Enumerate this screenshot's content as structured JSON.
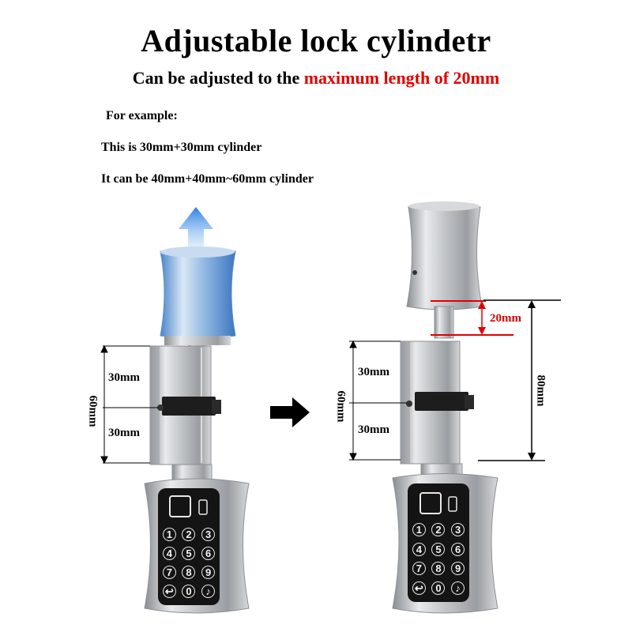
{
  "title": "Adjustable lock cylindetr",
  "subtitle": {
    "prefix": "Can be adjusted to the ",
    "highlight": "maximum length of 20mm"
  },
  "lines": [
    "For example:",
    "This is 30mm+30mm cylinder",
    "It can be 40mm+40mm~60mm cylinder"
  ],
  "left_lock": {
    "upper_label": "30mm",
    "lower_label": "30mm",
    "total_label": "60mm"
  },
  "right_lock": {
    "upper_label": "30mm",
    "lower_label": "30mm",
    "total_label": "60mm",
    "extension_label": "20mm",
    "overall_label": "80mm"
  },
  "keypad": {
    "keys": [
      "1",
      "2",
      "3",
      "4",
      "5",
      "6",
      "7",
      "8",
      "9",
      "↩",
      "0",
      "♪"
    ]
  },
  "colors": {
    "highlight": "#e00000",
    "arrow_blue": "#3a8fe0",
    "metal": "#b9bcc0"
  },
  "icons": {
    "direction": "right-arrow-icon",
    "pull": "up-arrow-icon"
  }
}
